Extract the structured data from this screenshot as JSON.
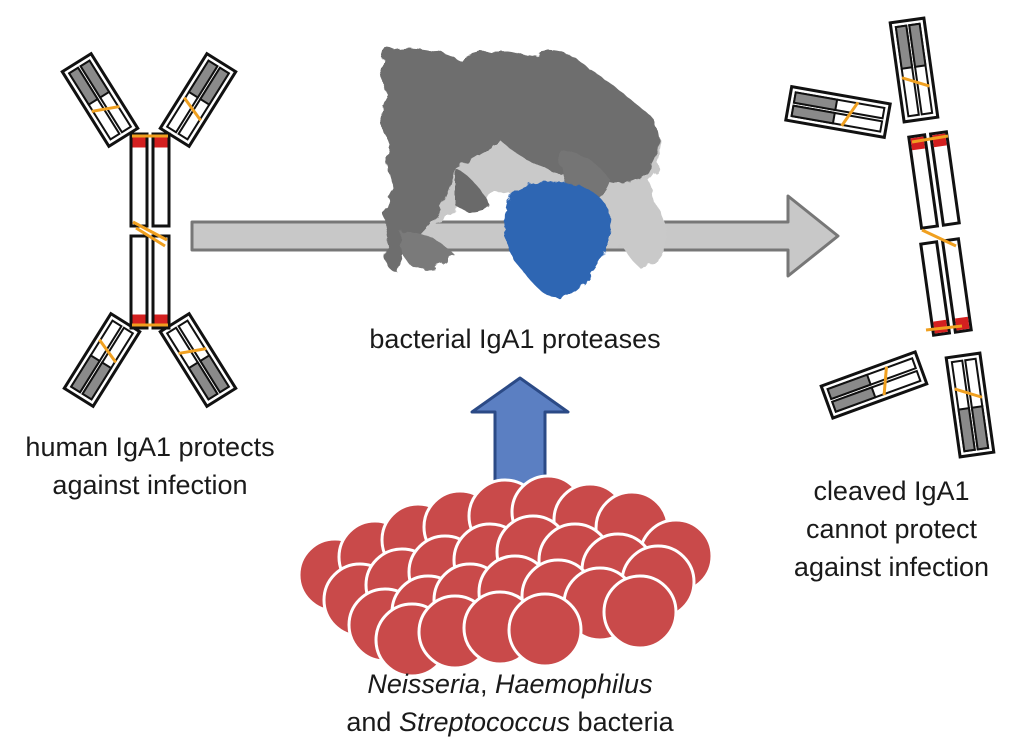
{
  "labels": {
    "human_line1": "human IgA1 protects",
    "human_line2": "against infection",
    "protease": "bacterial IgA1 proteases",
    "cleaved_line1": "cleaved IgA1",
    "cleaved_line2": "cannot protect",
    "cleaved_line3": "against infection",
    "bacteria_genus1": "Neisseria",
    "bacteria_sep1": ", ",
    "bacteria_genus2": "Haemophilus",
    "bacteria_and": "and ",
    "bacteria_genus3": "Streptococcus",
    "bacteria_suffix": " bacteria"
  },
  "colors": {
    "outline": "#111111",
    "domain_fill": "#ffffff",
    "variable_fill": "#8a8a8a",
    "disulfide": "#f0a020",
    "hinge_red": "#d42020",
    "arrow_fill": "#c8c8c8",
    "arrow_stroke": "#777777",
    "up_arrow_fill": "#5b7fc2",
    "up_arrow_stroke": "#2b4a86",
    "protein_gray": "#6e6e6e",
    "protein_light": "#c9c9c9",
    "protein_blue": "#2f66b3",
    "bacterium_fill": "#c94a4a",
    "bacterium_stroke": "#ffffff"
  }
}
